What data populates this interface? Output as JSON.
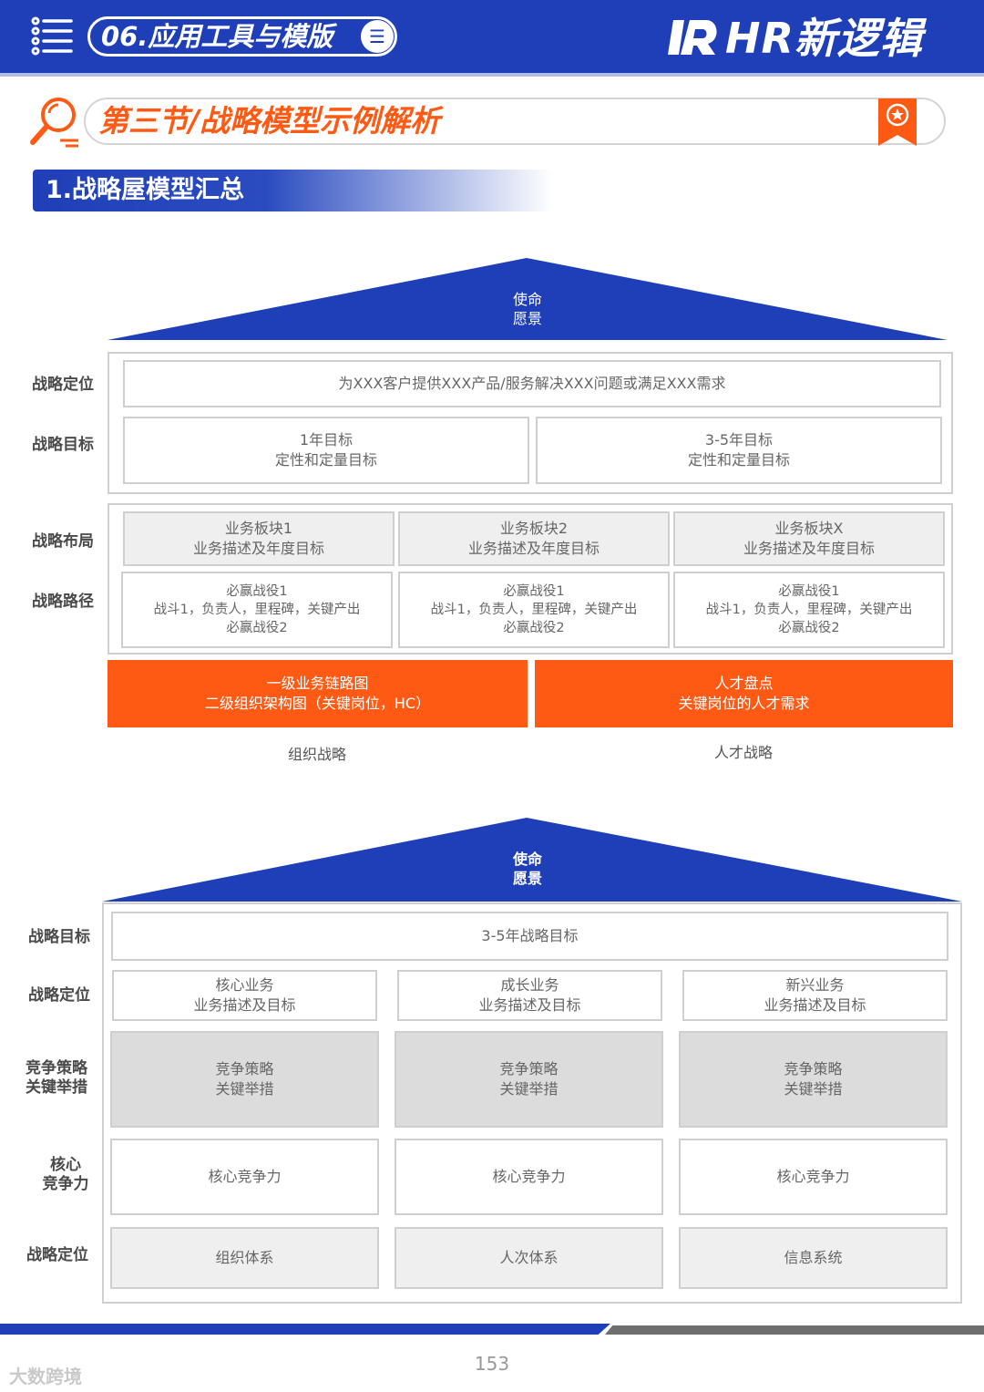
{
  "header": {
    "chapter": "06.应用工具与模版",
    "brand": "HR新逻辑"
  },
  "section": {
    "title": "第三节/战略模型示例解析"
  },
  "subtitle": "1.战略屋模型汇总",
  "house1": {
    "roof": [
      "使命",
      "愿景"
    ],
    "side_labels": [
      "战略定位",
      "战略目标",
      "战略布局",
      "战略路径"
    ],
    "positioning": "为XXX客户提供XXX产品/服务解决XXX问题或满足XXX需求",
    "goals": [
      {
        "line1": "1年目标",
        "line2": "定性和定量目标"
      },
      {
        "line1": "3-5年目标",
        "line2": "定性和定量目标"
      }
    ],
    "segments": [
      {
        "line1": "业务板块1",
        "line2": "业务描述及年度目标"
      },
      {
        "line1": "业务板块2",
        "line2": "业务描述及年度目标"
      },
      {
        "line1": "业务板块X",
        "line2": "业务描述及年度目标"
      }
    ],
    "paths": [
      {
        "line1": "必赢战役1",
        "line2": "战斗1，负责人，里程碑，关键产出",
        "line3": "必赢战役2"
      },
      {
        "line1": "必赢战役1",
        "line2": "战斗1，负责人，里程碑，关键产出",
        "line3": "必赢战役2"
      },
      {
        "line1": "必赢战役1",
        "line2": "战斗1，负责人，里程碑，关键产出",
        "line3": "必赢战役2"
      }
    ],
    "foundation": [
      {
        "line1": "一级业务链路图",
        "line2": "二级组织架构图（关键岗位，HC）",
        "caption": "组织战略"
      },
      {
        "line1": "人才盘点",
        "line2": "关键岗位的人才需求",
        "caption": "人才战略"
      }
    ]
  },
  "house2": {
    "roof": [
      "使命",
      "愿景"
    ],
    "side_labels": [
      "战略目标",
      "战略定位",
      "竞争策略",
      "关键举措",
      "核心",
      "竞争力",
      "战略定位"
    ],
    "goal": "3-5年战略目标",
    "businesses": [
      {
        "line1": "核心业务",
        "line2": "业务描述及目标"
      },
      {
        "line1": "成长业务",
        "line2": "业务描述及目标"
      },
      {
        "line1": "新兴业务",
        "line2": "业务描述及目标"
      }
    ],
    "strategies": [
      {
        "line1": "竞争策略",
        "line2": "关键举措"
      },
      {
        "line1": "竞争策略",
        "line2": "关键举措"
      },
      {
        "line1": "竞争策略",
        "line2": "关键举措"
      }
    ],
    "core": [
      "核心竞争力",
      "核心竞争力",
      "核心竞争力"
    ],
    "systems": [
      "组织体系",
      "人次体系",
      "信息系统"
    ]
  },
  "footer": {
    "page": "153",
    "watermark": "大数跨境"
  },
  "colors": {
    "blue": "#1f3fb8",
    "orange": "#ff5a14",
    "gray": "#6e6e6e"
  }
}
